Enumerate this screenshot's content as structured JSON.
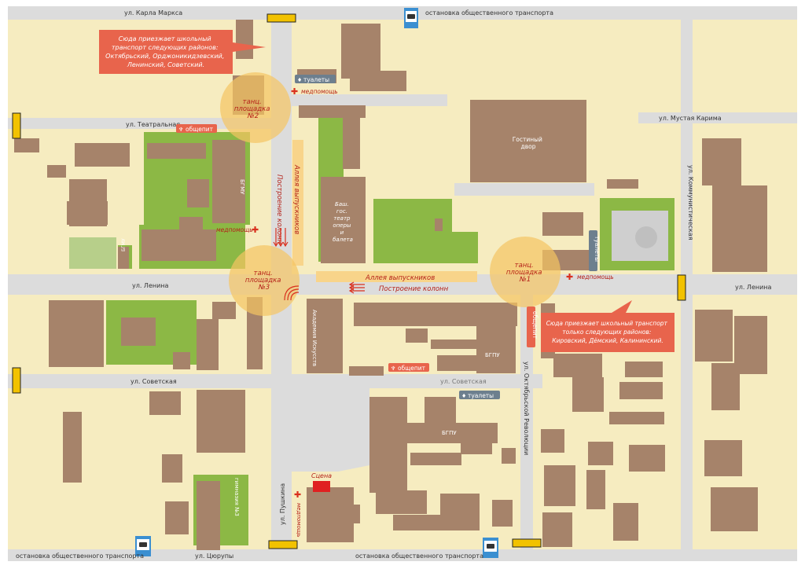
{
  "streets": {
    "karla_marksa": "ул. Карла Маркса",
    "teatralnaya": "ул. Театральная",
    "lenina_left": "ул. Ленина",
    "lenina_right": "ул. Ленина",
    "sovetskaya_left": "ул. Советская",
    "sovetskaya_right": "ул. Советская",
    "tsyurupy": "ул. Цюрупы",
    "mustaya_karima": "ул. Мустая Карима",
    "kommunisticheskaya": "ул. Коммунистическая",
    "oktyabrskoy_revolyutsii": "ул. Октябрьской Революции",
    "pushkina": "ул. Пушкина"
  },
  "transport": {
    "stop_top": "остановка общественного транспорта",
    "stop_bottom_left": "остановка общественного транспорта",
    "stop_bottom_right": "остановка общественного транспорта"
  },
  "callouts": {
    "top_left": [
      "Сюда приезжает школьный",
      "транспорт следующих районов:",
      "Октябрьский, Орджоникидзевский,",
      "Ленинский, Советский."
    ],
    "right": [
      "Сюда приезжает школьный транспорт",
      "только следующих районов:",
      "Кировский, Дёмский, Калининский."
    ]
  },
  "dance_floors": {
    "n1": [
      "танц.",
      "площадка",
      "№1"
    ],
    "n2": [
      "танц.",
      "площадка",
      "№2"
    ],
    "n3": [
      "танц.",
      "площадка",
      "№3"
    ]
  },
  "amenities": {
    "toilets": "туалеты",
    "medical": "медпомощь",
    "food": "общепит",
    "stage": "Сцена"
  },
  "buildings": {
    "gostiny_dvor": [
      "Гостиный",
      "двор"
    ],
    "opera": [
      "Баш.",
      "гос.",
      "театр",
      "оперы",
      "и",
      "балета"
    ],
    "bgmu": "БГМУ",
    "bgpu": "БГПУ",
    "academy": "Академия Искусств",
    "gymnasium": "гимназия №3"
  },
  "alleys": {
    "alleya_vert": "Аллея выпускников",
    "alleya_horiz": "Аллея выпускников",
    "postroenie_vert": "Построение колонн",
    "postroenie_horiz": "Построение колонн"
  },
  "colors": {
    "background": "#f6ecc0",
    "road": "#dcdcdc",
    "building": "#a6836a",
    "park": "#8cb845",
    "callout": "#e8644c",
    "dance_circle": "#f5c462",
    "alley": "#f8d48a",
    "accent_red": "#d9301e"
  }
}
